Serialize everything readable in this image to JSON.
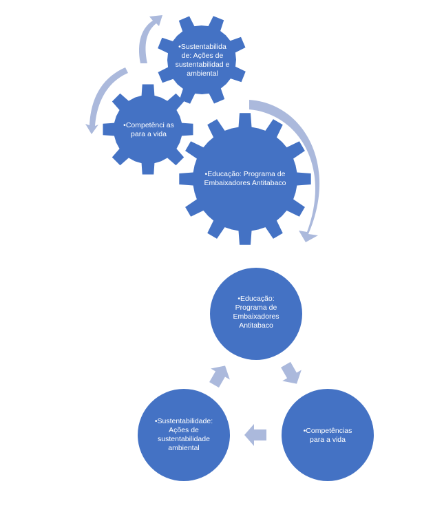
{
  "colors": {
    "node": "#4472c4",
    "arrow": "#abb9dc",
    "background": "#ffffff"
  },
  "gears": {
    "large": {
      "label": "•Educação: Programa de Embaixadores Antitabaco"
    },
    "small_left": {
      "label": "•Competênci as para a vida"
    },
    "small_top": {
      "label": "•Sustentabilida de: Ações de sustentabilidad e ambiental"
    }
  },
  "cycle": {
    "top": {
      "label": "•Educação: Programa de Embaixadores Antitabaco"
    },
    "bottom_right": {
      "label": "•Competências para a vida"
    },
    "bottom_left": {
      "label": "•Sustentabilidade: Ações de sustentabilidade ambiental"
    }
  }
}
